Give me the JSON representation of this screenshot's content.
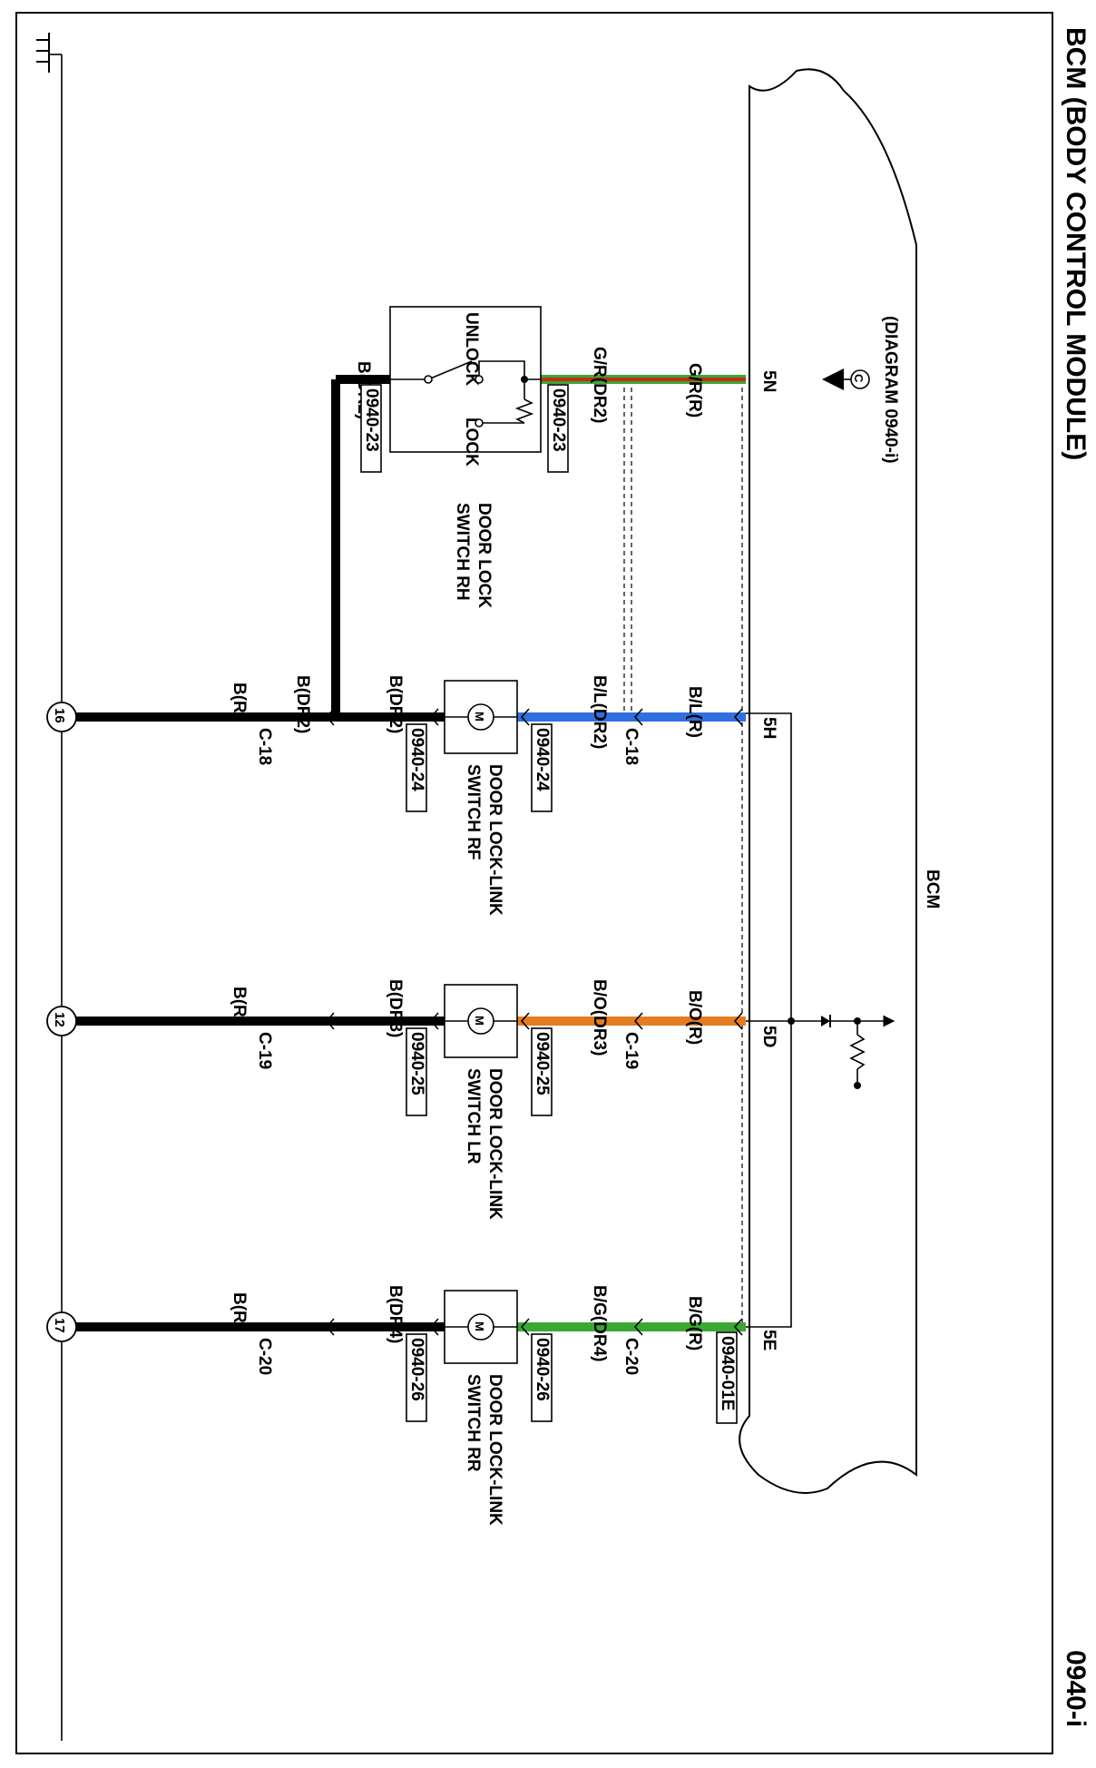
{
  "title": "BCM (BODY CONTROL MODULE)",
  "page_id": "0940-i",
  "bcm_label": "BCM",
  "diagram_ref": "(DIAGRAM 0940-i)",
  "connector_letter": "C",
  "bcm_connector": "0940-01E",
  "colors": {
    "G": "#3aa832",
    "R": "#c62a1a",
    "L": "#2f6fe0",
    "O": "#e47c24",
    "B": "#000000"
  },
  "switch_rh": {
    "pin": "5N",
    "wire_bcm": "G/R(R)",
    "wire_dr": "G/R(DR2)",
    "connector_top": "0940-23",
    "connector_bottom": "0940-23",
    "unlock": "UNLOCK",
    "lock": "LOCK",
    "name_1": "DOOR LOCK",
    "name_2": "SWITCH RH",
    "ground_wire": "B(DR2)"
  },
  "links": [
    {
      "pin": "5H",
      "wire_bcm": "B/L(R)",
      "wire_dr": "B/L(DR2)",
      "connector": "C-18",
      "conn_top": "0940-24",
      "conn_bottom": "0940-24",
      "name_1": "DOOR LOCK-LINK",
      "name_2": "SWITCH RF",
      "ground_dr": "B(DR2)",
      "ground_mid": "B(DR2)",
      "ground_r": "B(R)",
      "ground_conn": "C-18",
      "ground_no": "16",
      "motor": "M"
    },
    {
      "pin": "5D",
      "wire_bcm": "B/O(R)",
      "wire_dr": "B/O(DR3)",
      "connector": "C-19",
      "conn_top": "0940-25",
      "conn_bottom": "0940-25",
      "name_1": "DOOR LOCK-LINK",
      "name_2": "SWITCH LR",
      "ground_dr": "B(DR3)",
      "ground_r": "B(R)",
      "ground_conn": "C-19",
      "ground_no": "12",
      "motor": "M"
    },
    {
      "pin": "5E",
      "wire_bcm": "B/G(R)",
      "wire_dr": "B/G(DR4)",
      "connector": "C-20",
      "conn_top": "0940-26",
      "conn_bottom": "0940-26",
      "name_1": "DOOR LOCK-LINK",
      "name_2": "SWITCH RR",
      "ground_dr": "B(DR4)",
      "ground_r": "B(R)",
      "ground_conn": "C-20",
      "ground_no": "17",
      "motor": "M"
    }
  ]
}
